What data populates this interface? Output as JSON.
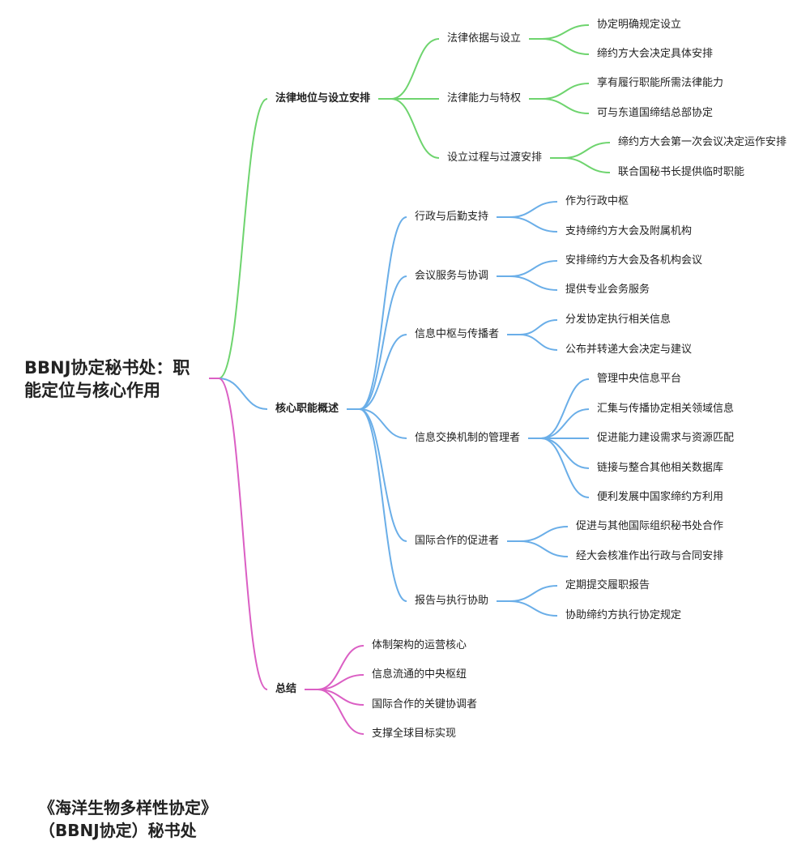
{
  "root": {
    "title": "BBNJ协定秘书处：职能定位与核心作用"
  },
  "colors": {
    "green": "#6ed46e",
    "blue": "#6aaee8",
    "pink": "#db5fc4"
  },
  "branches": [
    {
      "label": "法律地位与设立安排",
      "color": "green",
      "children": [
        {
          "label": "法律依据与设立",
          "children": [
            "协定明确规定设立",
            "缔约方大会决定具体安排"
          ]
        },
        {
          "label": "法律能力与特权",
          "children": [
            "享有履行职能所需法律能力",
            "可与东道国缔结总部协定"
          ]
        },
        {
          "label": "设立过程与过渡安排",
          "children": [
            "缔约方大会第一次会议决定运作安排",
            "联合国秘书长提供临时职能"
          ]
        }
      ]
    },
    {
      "label": "核心职能概述",
      "color": "blue",
      "children": [
        {
          "label": "行政与后勤支持",
          "children": [
            "作为行政中枢",
            "支持缔约方大会及附属机构"
          ]
        },
        {
          "label": "会议服务与协调",
          "children": [
            "安排缔约方大会及各机构会议",
            "提供专业会务服务"
          ]
        },
        {
          "label": "信息中枢与传播者",
          "children": [
            "分发协定执行相关信息",
            "公布并转递大会决定与建议"
          ]
        },
        {
          "label": "信息交换机制的管理者",
          "children": [
            "管理中央信息平台",
            "汇集与传播协定相关领域信息",
            "促进能力建设需求与资源匹配",
            "链接与整合其他相关数据库",
            "便利发展中国家缔约方利用"
          ]
        },
        {
          "label": "国际合作的促进者",
          "children": [
            "促进与其他国际组织秘书处合作",
            "经大会核准作出行政与合同安排"
          ]
        },
        {
          "label": "报告与执行协助",
          "children": [
            "定期提交履职报告",
            "协助缔约方执行协定规定"
          ]
        }
      ]
    },
    {
      "label": "总结",
      "color": "pink",
      "children": [
        {
          "label": "体制架构的运营核心"
        },
        {
          "label": "信息流通的中央枢纽"
        },
        {
          "label": "国际合作的关键协调者"
        },
        {
          "label": "支撑全球目标实现"
        }
      ]
    }
  ],
  "footer": {
    "title": "《海洋生物多样性协定》（BBNJ协定）秘书处"
  }
}
